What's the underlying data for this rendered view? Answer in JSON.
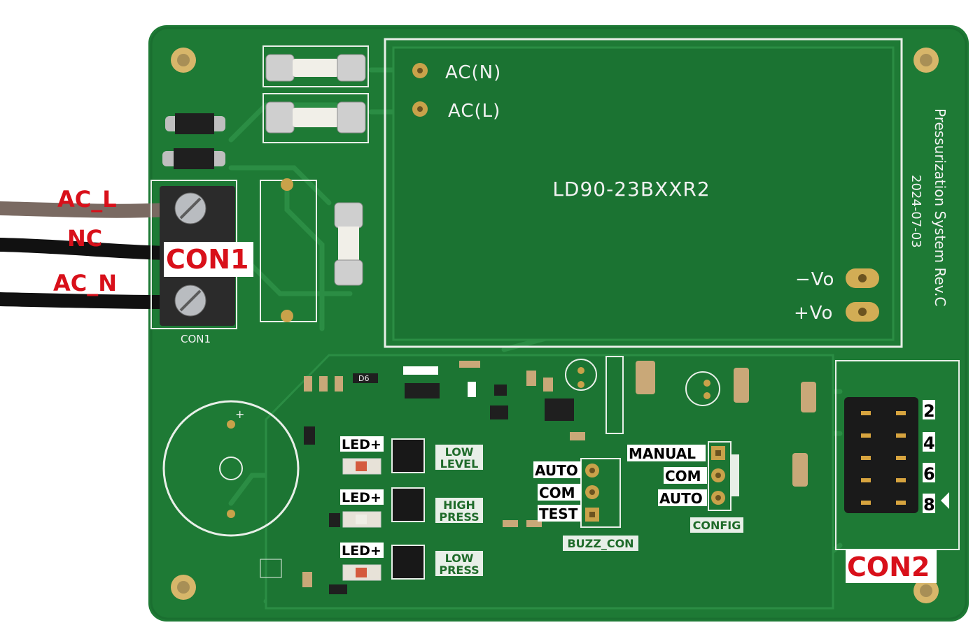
{
  "board": {
    "module_label": "LD90-23BXXR2",
    "title_vertical": "Pressurization System Rev.C",
    "date_vertical": "2024-07-03",
    "ac_n_label": "AC(N)",
    "ac_l_label": "AC(L)",
    "minus_vo_label": "−Vo",
    "plus_vo_label": "+Vo",
    "con1_silk": "CON1",
    "buzzer_plus": "+"
  },
  "annotations": {
    "ac_l": "AC_L",
    "nc": "NC",
    "ac_n": "AC_N",
    "con1": "CON1",
    "con2": "CON2",
    "con2_pins": [
      "2",
      "4",
      "6",
      "8"
    ]
  },
  "leds": [
    {
      "label": "LED+",
      "status": [
        "LOW",
        "LEVEL"
      ]
    },
    {
      "label": "LED+",
      "status": [
        "HIGH",
        "PRESS"
      ]
    },
    {
      "label": "LED+",
      "status": [
        "LOW",
        "PRESS"
      ]
    }
  ],
  "buzz_con": {
    "pins": [
      "AUTO",
      "COM",
      "TEST"
    ],
    "caption": "BUZZ_CON"
  },
  "config": {
    "pins": [
      "MANUAL",
      "COM",
      "AUTO"
    ],
    "caption": "CONFIG"
  },
  "smd_marks": {
    "d6": "D6"
  },
  "colors": {
    "pcb": "#1e7a35",
    "pcb_dark": "#146a2a",
    "trace": "#2a8a42",
    "silkscreen": "#f2f2f2",
    "annotation_red": "#d8101a",
    "terminal_block": "#2b2b2b"
  }
}
